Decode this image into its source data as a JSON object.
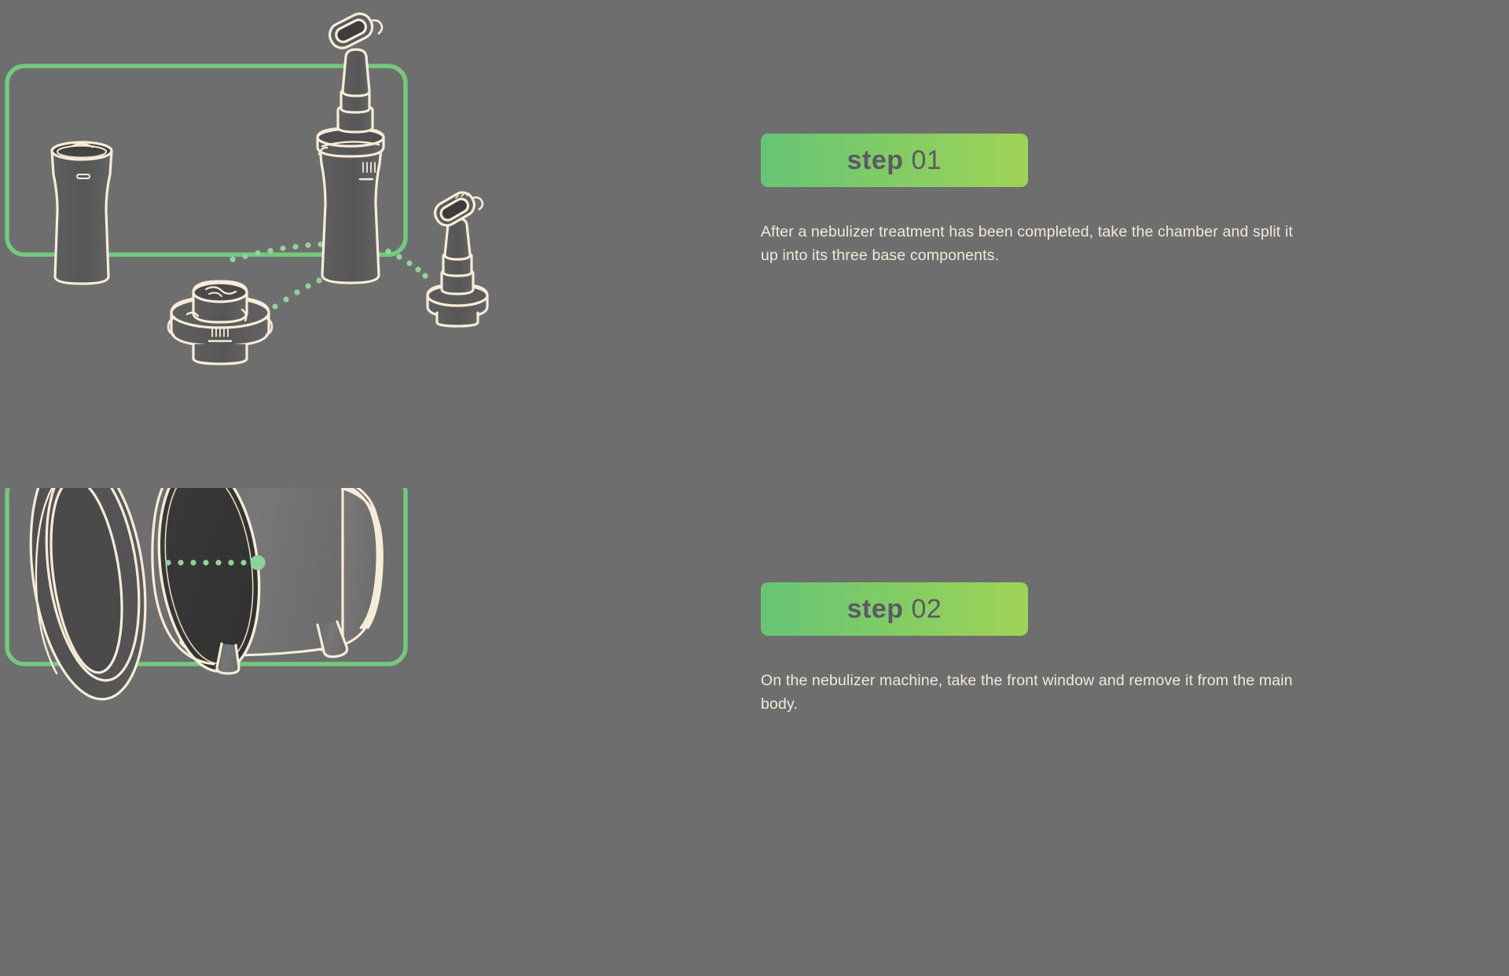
{
  "page": {
    "background_color": "#6e6e6e",
    "title": "Nebulizer cleaning instructions"
  },
  "theme": {
    "background": "#6e6e6e",
    "frame_green": "#74c97e",
    "badge_gradient_start": "#68c476",
    "badge_gradient_end": "#a0d357",
    "badge_text_color": "#5d5866",
    "body_text_color": "#f2ead9",
    "line_art_stroke": "#f6ecd7",
    "line_art_fill": "#5a5a5a",
    "dot_green": "#8fd49b",
    "hub_dot_green": "#8ed39a"
  },
  "steps": [
    {
      "id": "step-1",
      "badge": {
        "word": "step",
        "number": "01"
      },
      "body": "After a nebulizer treatment has been completed, take the chamber and split it up into its three base components.",
      "illustration": {
        "name": "nebulizer-chamber-exploded",
        "frame": "rounded-rectangle-green",
        "parts": [
          "chamber-cup",
          "assembled-chamber-with-mouthpiece",
          "baffle-cap",
          "mouthpiece-detached"
        ],
        "connector": "dotted-three-way-burst",
        "hub_dot": "green-hub-dot"
      }
    },
    {
      "id": "step-2",
      "badge": {
        "word": "step",
        "number": "02"
      },
      "body": "On the nebulizer machine, take the front window and remove it from the main body.",
      "illustration": {
        "name": "nebulizer-machine-front-window",
        "frame": "rounded-rectangle-green",
        "parts": [
          "front-window-oval-cover",
          "machine-main-body",
          "machine-ribbed-rear",
          "machine-legs"
        ],
        "connector": "dotted-horizontal-line",
        "hub_dot": "green-hub-dot"
      }
    }
  ]
}
